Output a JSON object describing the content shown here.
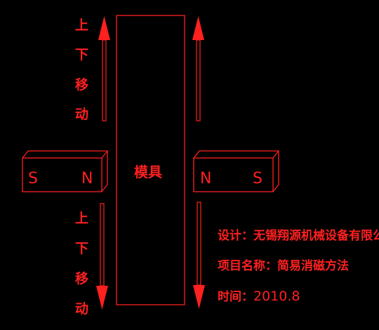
{
  "mold": {
    "label": "模具"
  },
  "upper_left_text": [
    "上",
    "下",
    "移",
    "动"
  ],
  "lower_left_text": [
    "上",
    "下",
    "移",
    "动"
  ],
  "magnet_left": {
    "pole_outer": "S",
    "pole_inner": "N"
  },
  "magnet_right": {
    "pole_inner": "N",
    "pole_outer": "S"
  },
  "info": {
    "designer_label": "设计：",
    "designer_value": "无锡翔源机械设备有限公司",
    "project_label": "项目名称：",
    "project_value": "简易消磁方法",
    "time_label": "时间：",
    "time_value": "2010.8"
  },
  "colors": {
    "line": "#ff2020",
    "background": "#000000"
  }
}
